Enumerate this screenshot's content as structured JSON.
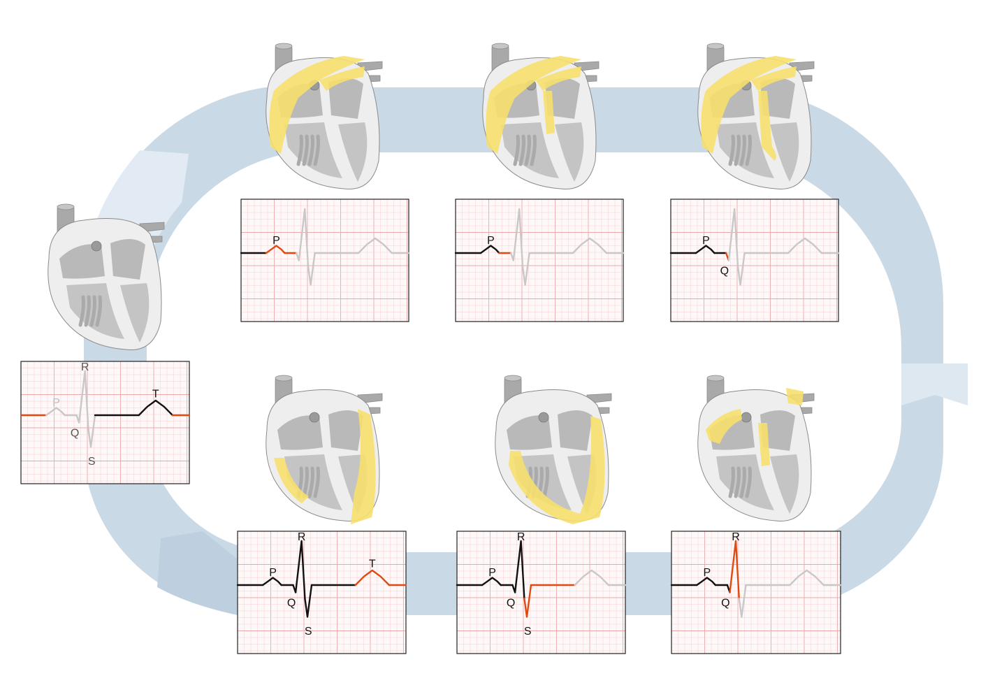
{
  "colors": {
    "band": "#c9d9e6",
    "band_light": "#e4edf4",
    "heart_fill": "#eeeeee",
    "heart_outline": "#8a8a8a",
    "chamber": "#b9b9b9",
    "vessel": "#a9a9a9",
    "impulse": "#f6df6e",
    "grid_minor": "#f4cfd0",
    "grid_major": "#e8a8aa",
    "trace_done": "#111111",
    "trace_active": "#e04a10",
    "trace_pending": "#c8c8c8"
  },
  "stages": [
    {
      "id": "resting",
      "heart_icon": "heart-resting-icon",
      "impulse_regions": [],
      "labels": {
        "P": "P",
        "Q": "Q",
        "R": "R",
        "S": "S",
        "T": "T"
      }
    },
    {
      "id": "atrial-depolarization",
      "heart_icon": "heart-atrial-depolarization-icon",
      "impulse_regions": [
        "atria"
      ],
      "labels": {
        "P": "P"
      }
    },
    {
      "id": "av-node-delay",
      "heart_icon": "heart-av-node-icon",
      "impulse_regions": [
        "atria",
        "septum-upper"
      ],
      "labels": {
        "P": "P"
      }
    },
    {
      "id": "septal-depolarization",
      "heart_icon": "heart-septal-icon",
      "impulse_regions": [
        "atria",
        "septum-full"
      ],
      "labels": {
        "P": "P",
        "Q": "Q"
      }
    },
    {
      "id": "apical-depolarization",
      "heart_icon": "heart-apical-icon",
      "impulse_regions": [
        "septum-upper",
        "atria-upper"
      ],
      "labels": {
        "P": "P",
        "Q": "Q",
        "R": "R"
      }
    },
    {
      "id": "ventricular-depolarization",
      "heart_icon": "heart-ventricular-icon",
      "impulse_regions": [
        "ventricles-full"
      ],
      "labels": {
        "P": "P",
        "Q": "Q",
        "R": "R",
        "S": "S"
      }
    },
    {
      "id": "ventricular-repolarization",
      "heart_icon": "heart-repolarization-icon",
      "impulse_regions": [
        "ventricles-outer"
      ],
      "labels": {
        "P": "P",
        "Q": "Q",
        "R": "R",
        "S": "S",
        "T": "T"
      }
    }
  ]
}
